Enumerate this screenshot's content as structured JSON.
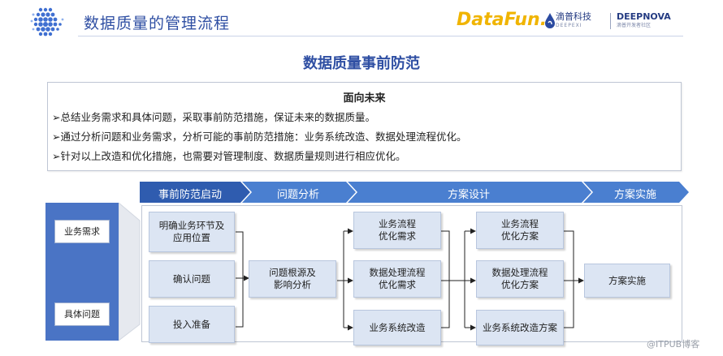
{
  "header": {
    "title": "数据质量的管理流程",
    "brand": "DataFun.",
    "partner1_name": "滴普科技",
    "partner1_sub": "DEEPEXI",
    "partner2_name": "DEEPNOVA",
    "partner2_sub": "滴普开发者社区"
  },
  "section_title": "数据质量事前防范",
  "info": {
    "heading": "面向未来",
    "lines": [
      "➢总结业务需求和具体问题，采取事前防范措施，保证未来的数据质量。",
      "➢通过分析问题和业务需求，分析可能的事前防范措施：业务系统改造、数据处理流程优化。",
      "➢针对以上改造和优化措施，也需要对管理制度、数据质量规则进行相应优化。"
    ]
  },
  "phases": [
    "事前防范启动",
    "问题分析",
    "方案设计",
    "方案实施"
  ],
  "inputs": [
    "业务需求",
    "具体问题"
  ],
  "nodes": {
    "n1": [
      "明确业务环节及",
      "应用位置"
    ],
    "n2": [
      "确认问题"
    ],
    "n3": [
      "投入准备"
    ],
    "n4": [
      "问题根源及",
      "影响分析"
    ],
    "n5": [
      "业务流程",
      "优化需求"
    ],
    "n6": [
      "数据处理流程",
      "优化需求"
    ],
    "n7": [
      "业务系统改造"
    ],
    "n8": [
      "业务流程",
      "优化方案"
    ],
    "n9": [
      "数据处理流程",
      "优化方案"
    ],
    "n10": [
      "业务系统改造方案"
    ],
    "n11": [
      "方案实施"
    ]
  },
  "watermark": "@ITPUB博客",
  "colors": {
    "primary": "#2f4fa3",
    "phase_dark": "#2f5caf",
    "phase_light": "#4a7fd0",
    "node_fill": "#dce5f3",
    "panel": "#4a74c5",
    "brand": "#f0b400"
  }
}
